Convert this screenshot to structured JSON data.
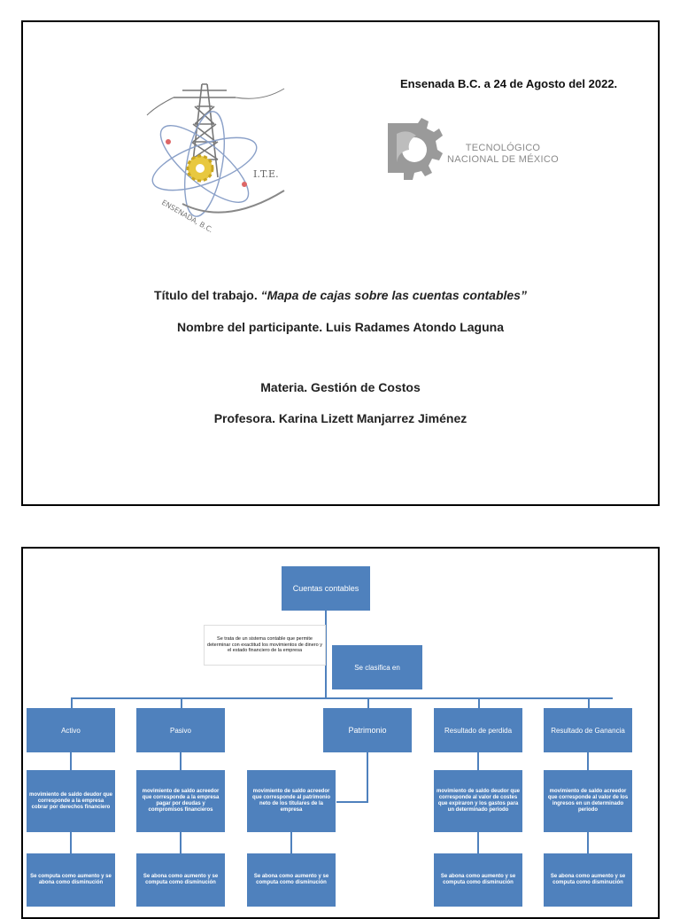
{
  "cover": {
    "date": "Ensenada B.C. a 24 de Agosto del 2022.",
    "logo_left_text": "I.T.E.",
    "logo_left_arc": "ENSENADA, B.C.",
    "logo_right_line1": "TECNOLÓGICO",
    "logo_right_line2": "NACIONAL DE MÉXICO",
    "title_prefix": "Título del trabajo. ",
    "title_value": "“Mapa de cajas sobre las cuentas contables”",
    "participant": "Nombre del participante. Luis Radames Atondo Laguna",
    "subject": "Materia. Gestión de Costos",
    "teacher": "Profesora. Karina Lizett Manjarrez Jiménez"
  },
  "diagram": {
    "root": "Cuentas contables",
    "note": "Se trata de un sistema contable que permite determinar con exactitud los movimientos de dinero y el estado financiero de la empresa",
    "classifies": "Se clasifica en",
    "categories": [
      {
        "name": "Activo",
        "description": "movimiento de saldo deudor que corresponde a la empresa cobrar por derechos financiero",
        "rule": "Se computa como aumento y se abona como disminución"
      },
      {
        "name": "Pasivo",
        "description": "movimiento de saldo acreedor que corresponde a la empresa pagar por deudas y compromisos financieros",
        "rule": "Se abona como aumento y se computa como disminución"
      },
      {
        "name": "Patrimonio",
        "description": "movimiento de saldo acreedor que corresponde al patrimonio neto de los titulares de la empresa",
        "rule": "Se abona como aumento y se computa como disminución"
      },
      {
        "name": "Resultado de perdida",
        "description": "movimiento de saldo deudor que corresponde al valor de costes que expiraron y los gastos para un determinado periodo",
        "rule": "Se abona como aumento y se computa como disminución"
      },
      {
        "name": "Resultado de Ganancia",
        "description": "movimiento de saldo acreedor que corresponde al valor de los ingresos en un determinado periodo",
        "rule": "Se abona como aumento y se computa como disminución"
      }
    ],
    "colors": {
      "box": "#4f81bd",
      "line": "#4f81bd",
      "border": "#000000"
    }
  }
}
